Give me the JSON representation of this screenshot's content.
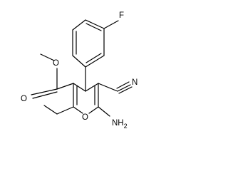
{
  "molecule": {
    "labels": {
      "F": "F",
      "N_cyano": "N",
      "O_carbonyl": "O",
      "O_ester": "O",
      "O_ring": "O",
      "NH2": "NH",
      "NH2_sub": "2"
    }
  }
}
